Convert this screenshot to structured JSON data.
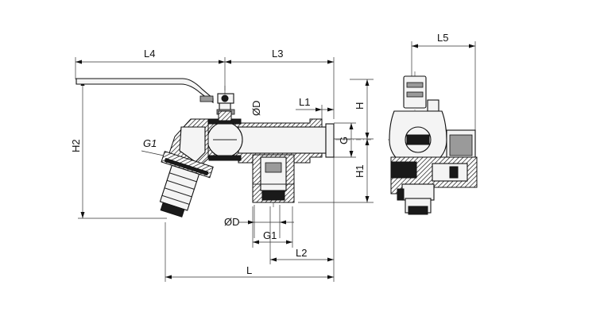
{
  "labels": {
    "L4": "L4",
    "L3": "L3",
    "L5": "L5",
    "L1": "L1",
    "H": "H",
    "H1": "H1",
    "H2": "H2",
    "G": "G",
    "G1_top": "G1",
    "G1_bottom": "G1",
    "OD_top": "ØD",
    "OD_bottom": "ØD",
    "L2": "L2",
    "L": "L"
  },
  "colors": {
    "line": "#111111",
    "fill_light": "#f4f4f4",
    "fill_dark": "#1a1a1a",
    "background": "#ffffff"
  }
}
